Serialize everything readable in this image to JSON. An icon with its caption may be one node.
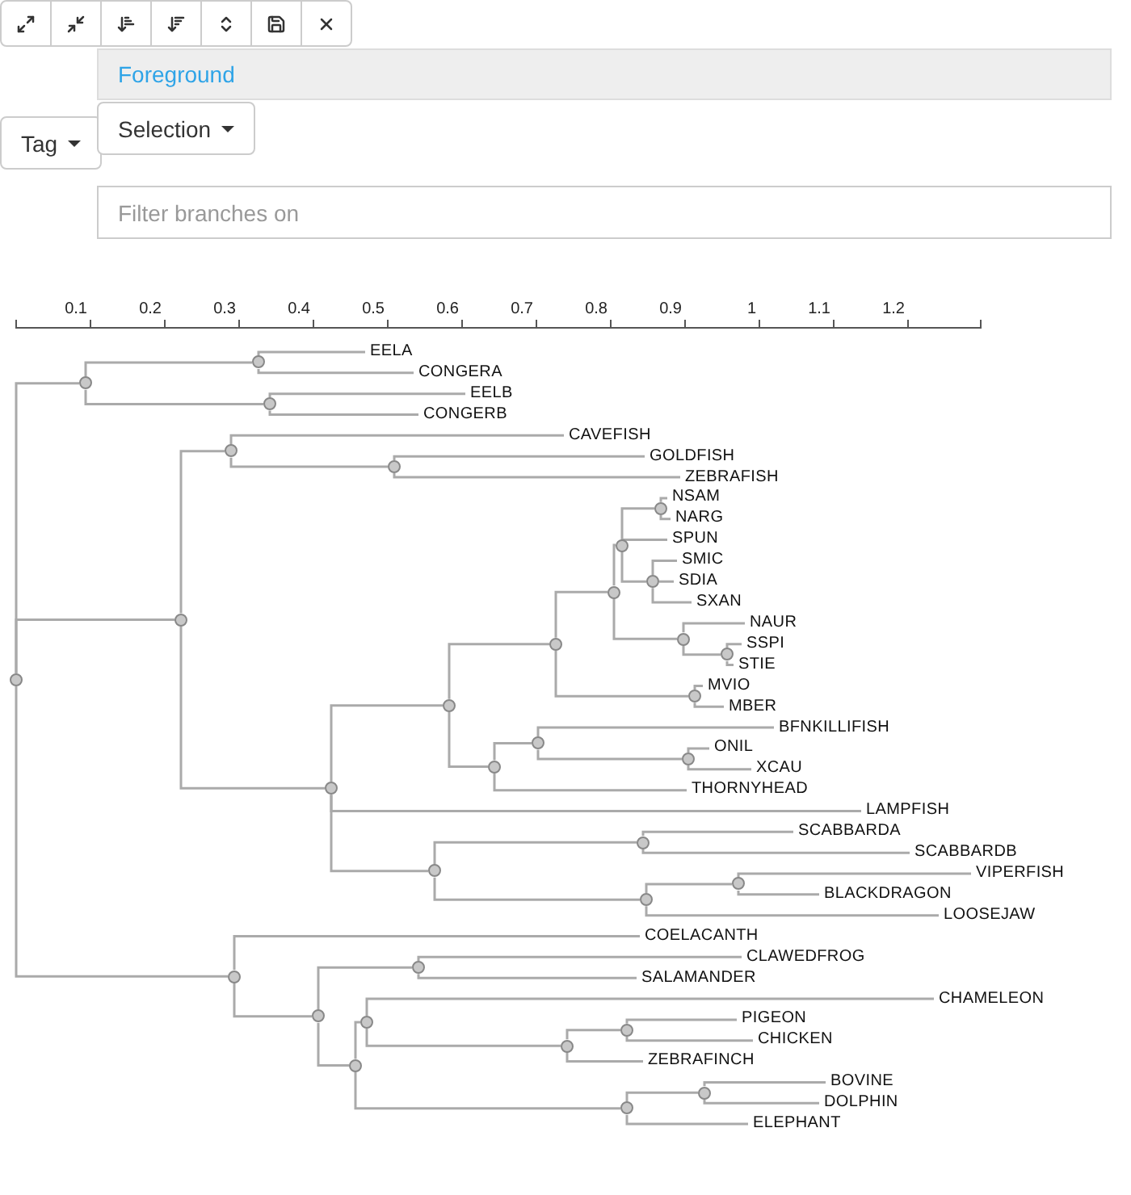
{
  "diagram": {
    "nodes": [
      {
        "text": [],
        "shape": "circle"
      },
      {
        "text": [],
        "shape": "circle"
      },
      {
        "text": [],
        "shape": "circle"
      },
      {
        "text": [
          "EELA"
        ]
      },
      {
        "text": [
          "CONGERA"
        ]
      },
      {
        "text": [],
        "shape": "circle"
      },
      {
        "text": [
          "EELB"
        ]
      },
      {
        "text": [
          "CONGERB"
        ]
      },
      {
        "text": [],
        "shape": "circle"
      },
      {
        "text": [],
        "shape": "circle"
      },
      {
        "text": [
          "CAVEFISH"
        ]
      },
      {
        "text": [],
        "shape": "circle"
      },
      {
        "text": [
          "GOLDFISH"
        ]
      },
      {
        "text": [
          "ZEBRAFISH"
        ]
      },
      {
        "text": [],
        "shape": "circle"
      },
      {
        "text": [],
        "shape": "circle"
      },
      {
        "text": [],
        "shape": "circle"
      },
      {
        "text": [],
        "shape": "circle"
      },
      {
        "text": [],
        "shape": "circle"
      },
      {
        "text": [],
        "shape": "circle"
      },
      {
        "text": [
          "NSAM"
        ]
      },
      {
        "text": [
          "NARG"
        ]
      },
      {
        "text": [
          "SPUN"
        ]
      },
      {
        "text": [],
        "shape": "circle"
      },
      {
        "text": [
          "SMIC"
        ]
      },
      {
        "text": [
          "SDIA"
        ]
      },
      {
        "text": [
          "SXAN"
        ]
      },
      {
        "text": [],
        "shape": "circle"
      },
      {
        "text": [
          "NAUR"
        ]
      },
      {
        "text": [],
        "shape": "circle"
      },
      {
        "text": [
          "SSPI"
        ]
      },
      {
        "text": [
          "STIE"
        ]
      },
      {
        "text": [],
        "shape": "circle"
      },
      {
        "text": [
          "MVIO"
        ]
      },
      {
        "text": [
          "MBER"
        ]
      },
      {
        "text": [],
        "shape": "circle"
      },
      {
        "text": [],
        "shape": "circle"
      },
      {
        "text": [
          "BFNKILLIFISH"
        ]
      },
      {
        "text": [],
        "shape": "circle"
      },
      {
        "text": [
          "ONIL"
        ]
      },
      {
        "text": [
          "XCAU"
        ]
      },
      {
        "text": [
          "THORNYHEAD"
        ]
      },
      {
        "text": [
          "LAMPFISH"
        ]
      },
      {
        "text": [],
        "shape": "circle"
      },
      {
        "text": [],
        "shape": "circle"
      },
      {
        "text": [
          "SCABBARDA"
        ]
      },
      {
        "text": [
          "SCABBARDB"
        ]
      },
      {
        "text": [],
        "shape": "circle"
      },
      {
        "text": [],
        "shape": "circle"
      },
      {
        "text": [
          "VIPERFISH"
        ]
      },
      {
        "text": [
          "BLACKDRAGON"
        ]
      },
      {
        "text": [
          "LOOSEJAW"
        ]
      },
      {
        "text": [],
        "shape": "circle"
      },
      {
        "text": [
          "COELACANTH"
        ]
      },
      {
        "text": [],
        "shape": "circle"
      },
      {
        "text": [],
        "shape": "circle"
      },
      {
        "text": [
          "CLAWEDFROG"
        ]
      },
      {
        "text": [
          "SALAMANDER"
        ]
      },
      {
        "text": [],
        "shape": "circle"
      },
      {
        "text": [],
        "shape": "circle"
      },
      {
        "text": [
          "CHAMELEON"
        ]
      },
      {
        "text": [],
        "shape": "circle"
      },
      {
        "text": [],
        "shape": "circle"
      },
      {
        "text": [
          "PIGEON"
        ]
      },
      {
        "text": [
          "CHICKEN"
        ]
      },
      {
        "text": [
          "ZEBRAFINCH"
        ]
      },
      {
        "text": [],
        "shape": "circle"
      },
      {
        "text": [],
        "shape": "circle"
      },
      {
        "text": [
          "BOVINE"
        ]
      },
      {
        "text": [
          "DOLPHIN"
        ]
      },
      {
        "text": [
          "ELEPHANT"
        ]
      }
    ],
    "edges": [
      {
        "from": 0,
        "to": 1,
        "arrow": "none"
      },
      {
        "from": 0,
        "to": 8,
        "arrow": "none"
      },
      {
        "from": 0,
        "to": 52,
        "arrow": "none"
      },
      {
        "from": 1,
        "to": 2,
        "arrow": "none"
      },
      {
        "from": 1,
        "to": 5,
        "arrow": "none"
      },
      {
        "from": 2,
        "to": 3,
        "arrow": "none"
      },
      {
        "from": 2,
        "to": 4,
        "arrow": "none"
      },
      {
        "from": 5,
        "to": 6,
        "arrow": "none"
      },
      {
        "from": 5,
        "to": 7,
        "arrow": "none"
      },
      {
        "from": 8,
        "to": 9,
        "arrow": "none"
      },
      {
        "from": 8,
        "to": 14,
        "arrow": "none"
      },
      {
        "from": 9,
        "to": 10,
        "arrow": "none"
      },
      {
        "from": 9,
        "to": 11,
        "arrow": "none"
      },
      {
        "from": 11,
        "to": 12,
        "arrow": "none"
      },
      {
        "from": 11,
        "to": 13,
        "arrow": "none"
      },
      {
        "from": 14,
        "to": 15,
        "arrow": "none"
      },
      {
        "from": 14,
        "to": 42,
        "arrow": "none"
      },
      {
        "from": 14,
        "to": 43,
        "arrow": "none"
      },
      {
        "from": 15,
        "to": 16,
        "arrow": "none"
      },
      {
        "from": 15,
        "to": 35,
        "arrow": "none"
      },
      {
        "from": 16,
        "to": 17,
        "arrow": "none"
      },
      {
        "from": 16,
        "to": 32,
        "arrow": "none"
      },
      {
        "from": 17,
        "to": 18,
        "arrow": "none"
      },
      {
        "from": 17,
        "to": 27,
        "arrow": "none"
      },
      {
        "from": 18,
        "to": 19,
        "arrow": "none"
      },
      {
        "from": 18,
        "to": 22,
        "arrow": "none"
      },
      {
        "from": 18,
        "to": 23,
        "arrow": "none"
      },
      {
        "from": 19,
        "to": 20,
        "arrow": "none"
      },
      {
        "from": 19,
        "to": 21,
        "arrow": "none"
      },
      {
        "from": 23,
        "to": 24,
        "arrow": "none"
      },
      {
        "from": 23,
        "to": 25,
        "arrow": "none"
      },
      {
        "from": 23,
        "to": 26,
        "arrow": "none"
      },
      {
        "from": 27,
        "to": 28,
        "arrow": "none"
      },
      {
        "from": 27,
        "to": 29,
        "arrow": "none"
      },
      {
        "from": 29,
        "to": 30,
        "arrow": "none"
      },
      {
        "from": 29,
        "to": 31,
        "arrow": "none"
      },
      {
        "from": 32,
        "to": 33,
        "arrow": "none"
      },
      {
        "from": 32,
        "to": 34,
        "arrow": "none"
      },
      {
        "from": 35,
        "to": 36,
        "arrow": "none"
      },
      {
        "from": 35,
        "to": 41,
        "arrow": "none"
      },
      {
        "from": 36,
        "to": 37,
        "arrow": "none"
      },
      {
        "from": 36,
        "to": 38,
        "arrow": "none"
      },
      {
        "from": 38,
        "to": 39,
        "arrow": "none"
      },
      {
        "from": 38,
        "to": 40,
        "arrow": "none"
      },
      {
        "from": 43,
        "to": 44,
        "arrow": "none"
      },
      {
        "from": 43,
        "to": 47,
        "arrow": "none"
      },
      {
        "from": 44,
        "to": 45,
        "arrow": "none"
      },
      {
        "from": 44,
        "to": 46,
        "arrow": "none"
      },
      {
        "from": 47,
        "to": 48,
        "arrow": "none"
      },
      {
        "from": 47,
        "to": 51,
        "arrow": "none"
      },
      {
        "from": 48,
        "to": 49,
        "arrow": "none"
      },
      {
        "from": 48,
        "to": 50,
        "arrow": "none"
      },
      {
        "from": 52,
        "to": 53,
        "arrow": "none"
      },
      {
        "from": 52,
        "to": 54,
        "arrow": "none"
      },
      {
        "from": 54,
        "to": 55,
        "arrow": "none"
      },
      {
        "from": 54,
        "to": 58,
        "arrow": "none"
      },
      {
        "from": 55,
        "to": 56,
        "arrow": "none"
      },
      {
        "from": 55,
        "to": 57,
        "arrow": "none"
      },
      {
        "from": 58,
        "to": 59,
        "arrow": "none"
      },
      {
        "from": 58,
        "to": 66,
        "arrow": "none"
      },
      {
        "from": 59,
        "to": 60,
        "arrow": "none"
      },
      {
        "from": 59,
        "to": 61,
        "arrow": "none"
      },
      {
        "from": 61,
        "to": 62,
        "arrow": "none"
      },
      {
        "from": 61,
        "to": 65,
        "arrow": "none"
      },
      {
        "from": 62,
        "to": 63,
        "arrow": "none"
      },
      {
        "from": 62,
        "to": 64,
        "arrow": "none"
      },
      {
        "from": 66,
        "to": 67,
        "arrow": "none"
      },
      {
        "from": 66,
        "to": 70,
        "arrow": "none"
      },
      {
        "from": 67,
        "to": 68,
        "arrow": "none"
      },
      {
        "from": 67,
        "to": 69,
        "arrow": "none"
      }
    ],
    "labels": [
      "Foreground",
      "Tag",
      "Selection",
      "Filter branches on",
      "0.1",
      "0.2",
      "0.3",
      "0.4",
      "0.5",
      "0.6",
      "0.7",
      "0.8",
      "0.9",
      "1",
      "1.1",
      "1.2"
    ]
  }
}
